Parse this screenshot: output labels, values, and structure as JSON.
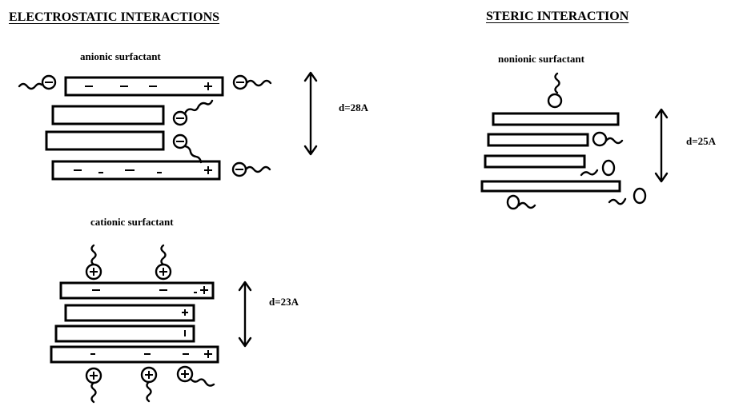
{
  "electrostatic": {
    "title": "ELECTROSTATIC INTERACTIONS",
    "anionic": {
      "label": "anionic surfactant",
      "distance": "d=28A"
    },
    "cationic": {
      "label": "cationic surfactant",
      "distance": "d=23A"
    }
  },
  "steric": {
    "title": "STERIC INTERACTION",
    "nonionic": {
      "label": "nonionic surfactant",
      "distance": "d=25A"
    }
  }
}
